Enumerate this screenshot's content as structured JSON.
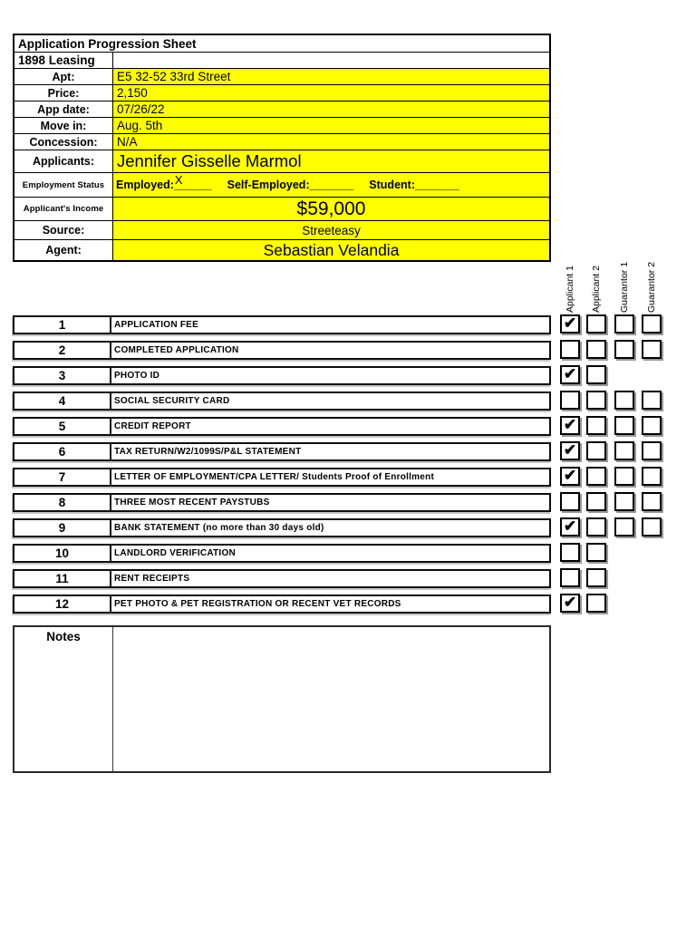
{
  "colors": {
    "highlight": "#ffff00",
    "border": "#000000"
  },
  "header": {
    "title": "Application Progression Sheet",
    "company": "1898 Leasing",
    "property_fields": [
      {
        "key": "apt",
        "label": "Apt:",
        "value": "E5 32-52 33rd Street"
      },
      {
        "key": "price",
        "label": "Price:",
        "value": "2,150"
      },
      {
        "key": "app-date",
        "label": "App date:",
        "value": "07/26/22"
      },
      {
        "key": "move-in",
        "label": "Move in:",
        "value": "Aug. 5th"
      },
      {
        "key": "concession",
        "label": "Concession:",
        "value": "N/A"
      }
    ],
    "applicants": {
      "label": "Applicants:",
      "value": "Jennifer Gisselle Marmol"
    },
    "employment": {
      "label": "Employment Status",
      "employed_label": "Employed:",
      "employed_mark": "X",
      "employed_blank": "______",
      "self_employed_label": "Self-Employed:",
      "self_employed_blank": "_______",
      "student_label": "Student:",
      "student_blank": "_______"
    },
    "income": {
      "label": "Applicant's Income",
      "value": "$59,000"
    },
    "source": {
      "label": "Source:",
      "value": "Streeteasy"
    },
    "agent": {
      "label": "Agent:",
      "value": "Sebastian Velandia"
    }
  },
  "checklist": {
    "columns": [
      "Applicant 1",
      "Applicant 2",
      "Guarantor 1",
      "Guarantor 2"
    ],
    "check_glyph": "✔",
    "items": [
      {
        "num": "1",
        "label": "APPLICATION FEE",
        "boxes": [
          "checked",
          "empty",
          "empty",
          "empty"
        ]
      },
      {
        "num": "2",
        "label": "COMPLETED APPLICATION",
        "boxes": [
          "empty",
          "empty",
          "empty",
          "empty"
        ]
      },
      {
        "num": "3",
        "label": "PHOTO ID",
        "boxes": [
          "checked",
          "empty",
          "none",
          "none"
        ]
      },
      {
        "num": "4",
        "label": "SOCIAL SECURITY CARD",
        "boxes": [
          "empty",
          "empty",
          "empty",
          "empty"
        ]
      },
      {
        "num": "5",
        "label": "CREDIT REPORT",
        "boxes": [
          "checked",
          "empty",
          "empty",
          "empty"
        ]
      },
      {
        "num": "6",
        "label": "TAX RETURN/W2/1099S/P&L STATEMENT",
        "boxes": [
          "checked",
          "empty",
          "empty",
          "empty"
        ]
      },
      {
        "num": "7",
        "label": "LETTER OF EMPLOYMENT/CPA LETTER/ Students Proof of Enrollment",
        "boxes": [
          "checked",
          "empty",
          "empty",
          "empty"
        ]
      },
      {
        "num": "8",
        "label": "THREE MOST RECENT PAYSTUBS",
        "boxes": [
          "empty",
          "empty",
          "empty",
          "empty"
        ]
      },
      {
        "num": "9",
        "label": "BANK STATEMENT (no more than 30 days old)",
        "boxes": [
          "checked",
          "empty",
          "empty",
          "empty"
        ]
      },
      {
        "num": "10",
        "label": "LANDLORD VERIFICATION",
        "boxes": [
          "empty",
          "empty",
          "none",
          "none"
        ]
      },
      {
        "num": "11",
        "label": "RENT RECEIPTS",
        "boxes": [
          "empty",
          "empty",
          "none",
          "none"
        ]
      },
      {
        "num": "12",
        "label": "PET PHOTO & PET REGISTRATION OR RECENT VET RECORDS",
        "boxes": [
          "checked",
          "empty",
          "none",
          "none"
        ]
      }
    ]
  },
  "notes": {
    "label": "Notes"
  }
}
